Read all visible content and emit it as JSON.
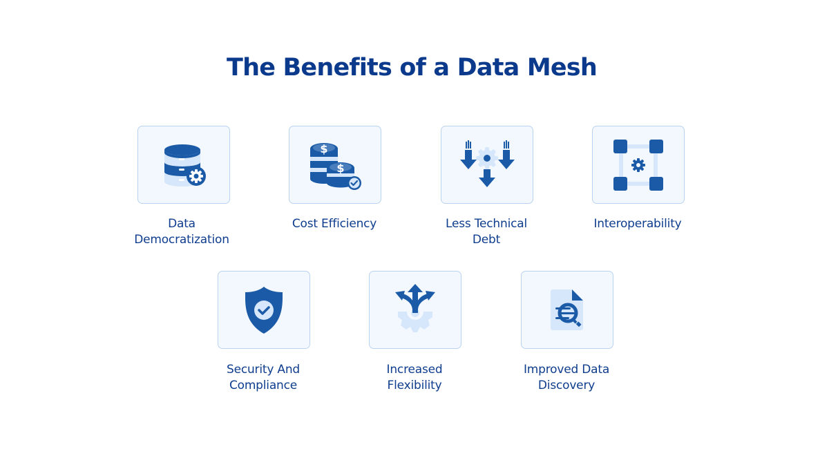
{
  "title": "The Benefits of a Data Mesh",
  "colors": {
    "title": "#0b3a8c",
    "label": "#0f3d8e",
    "icon_primary": "#1a5aa6",
    "icon_secondary": "#d6e6fb",
    "card_bg": "#f3f8fe",
    "card_border": "#b9d3ef"
  },
  "benefits": [
    {
      "icon": "database-gear-icon",
      "label_lines": [
        "Data",
        "Democratization"
      ]
    },
    {
      "icon": "coins-check-icon",
      "label_lines": [
        "Cost Efficiency"
      ]
    },
    {
      "icon": "arrows-down-gear-icon",
      "label_lines": [
        "Less Technical",
        "Debt"
      ]
    },
    {
      "icon": "nodes-gear-icon",
      "label_lines": [
        "Interoperability"
      ]
    },
    {
      "icon": "shield-check-icon",
      "label_lines": [
        "Security And",
        "Compliance"
      ]
    },
    {
      "icon": "split-arrows-gear-icon",
      "label_lines": [
        "Increased",
        "Flexibility"
      ]
    },
    {
      "icon": "document-search-icon",
      "label_lines": [
        "Improved Data",
        "Discovery"
      ]
    }
  ]
}
